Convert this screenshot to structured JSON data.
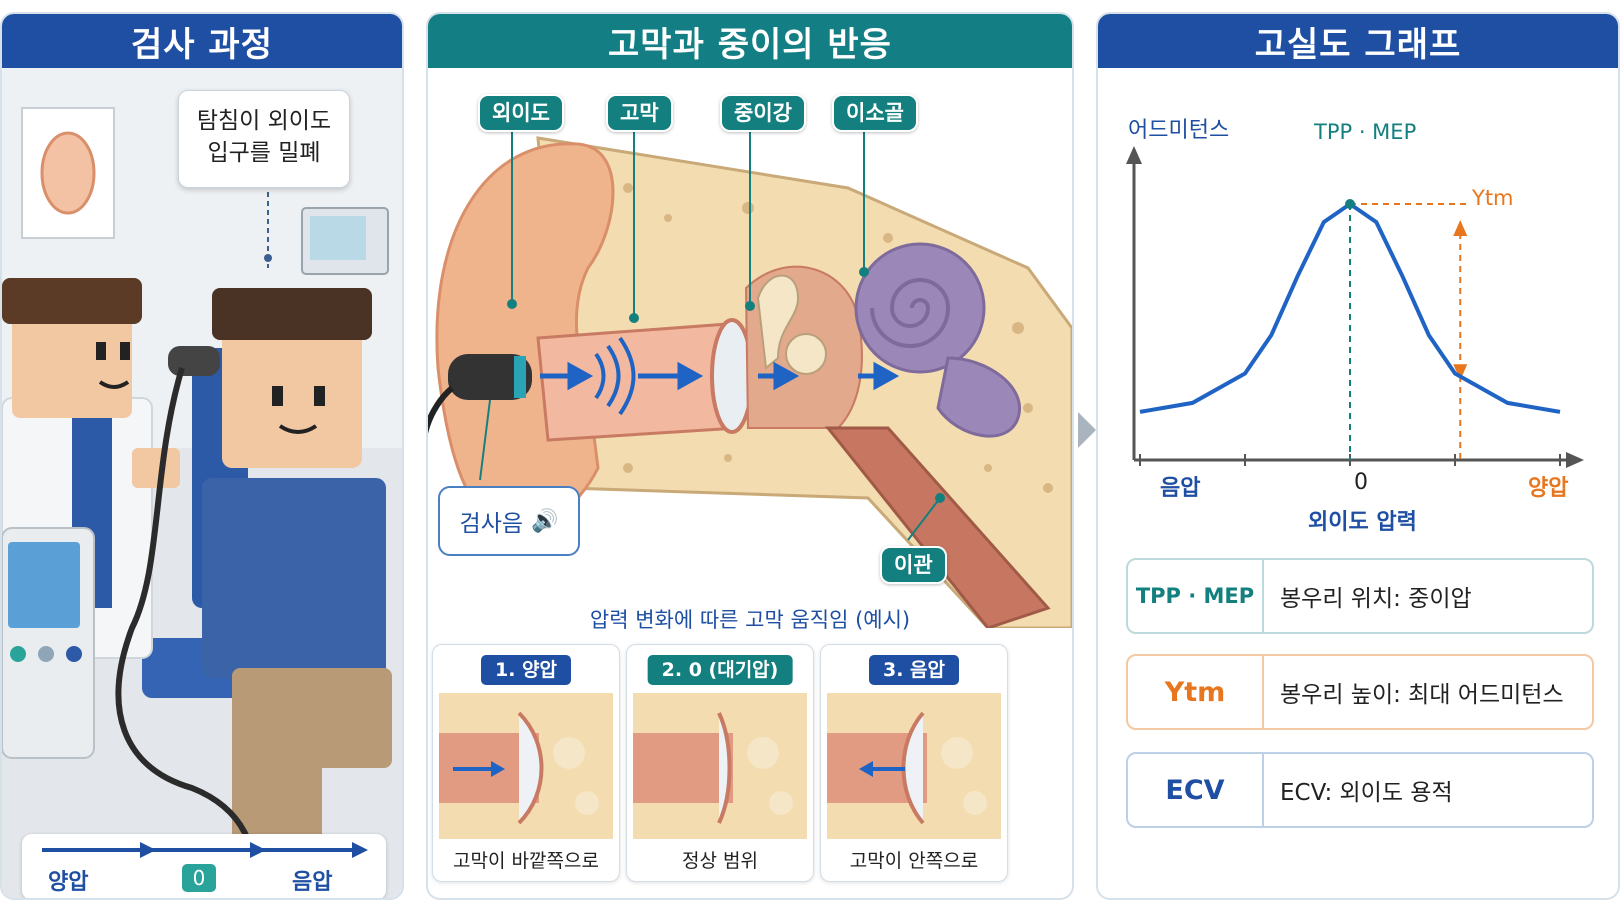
{
  "panels": {
    "left": {
      "title": "검사 과정"
    },
    "middle": {
      "title": "고막과 중이의 반응"
    },
    "right": {
      "title": "고실도 그래프"
    }
  },
  "left": {
    "callout": {
      "line1": "탐침이 외이도",
      "line2": "입구를 밀폐"
    },
    "pressure_bar": {
      "left": "양압",
      "center": "0",
      "right": "음압"
    }
  },
  "middle": {
    "tags": {
      "ear_canal": "외이도",
      "eardrum": "고막",
      "middle_ear": "중이강",
      "ossicles": "이소골",
      "eustachian": "이관"
    },
    "probe_label": "검사음",
    "subtitle": "압력 변화에 따른 고막 움직임 (예시)",
    "cards": [
      {
        "badge": "1. 양압",
        "caption": "고막이 바깥쪽으로",
        "color": "#1f4fa3"
      },
      {
        "badge": "2. 0 (대기압)",
        "caption": "정상 범위",
        "color": "#13807f"
      },
      {
        "badge": "3. 음압",
        "caption": "고막이 안쪽으로",
        "color": "#1f4fa3"
      }
    ]
  },
  "right": {
    "ylabel": "어드미턴스",
    "peak_label": "TPP · MEP",
    "ytm_label": "Ytm",
    "xlabel": "외이도 압력",
    "x_left": "음압",
    "x_center": "0",
    "x_right": "양압",
    "legend": [
      {
        "key": "TPP · MEP",
        "desc": "봉우리 위치: 중이압",
        "color": "#13807f",
        "border": "#bcd9dc"
      },
      {
        "key": "Ytm",
        "desc": "봉우리 높이: 최대 어드미턴스",
        "color": "#e8761e",
        "border": "#f2c9a2"
      },
      {
        "key": "ECV",
        "desc": "ECV: 외이도 용적",
        "color": "#1f4fa3",
        "border": "#bcd0e6"
      }
    ]
  },
  "colors": {
    "blue": "#1f4fa3",
    "teal": "#13807f",
    "orange": "#e8761e",
    "curve": "#1f63c4"
  },
  "chart_data": {
    "type": "line",
    "title": "고실도 그래프",
    "xlabel": "외이도 압력",
    "ylabel": "어드미턴스",
    "x_tick_labels": [
      "음압",
      "0",
      "양압"
    ],
    "series": [
      {
        "x": [
          -4,
          -3,
          -2,
          -1.5,
          -1,
          -0.5,
          0,
          0.5,
          1,
          1.5,
          2,
          3,
          4
        ],
        "y": [
          0.08,
          0.12,
          0.25,
          0.42,
          0.68,
          0.92,
          1.0,
          0.92,
          0.68,
          0.42,
          0.25,
          0.12,
          0.08
        ]
      }
    ],
    "peak": {
      "x": 0,
      "y": 1.0,
      "label": "TPP · MEP"
    },
    "annotation": "Ytm",
    "grid": false
  }
}
